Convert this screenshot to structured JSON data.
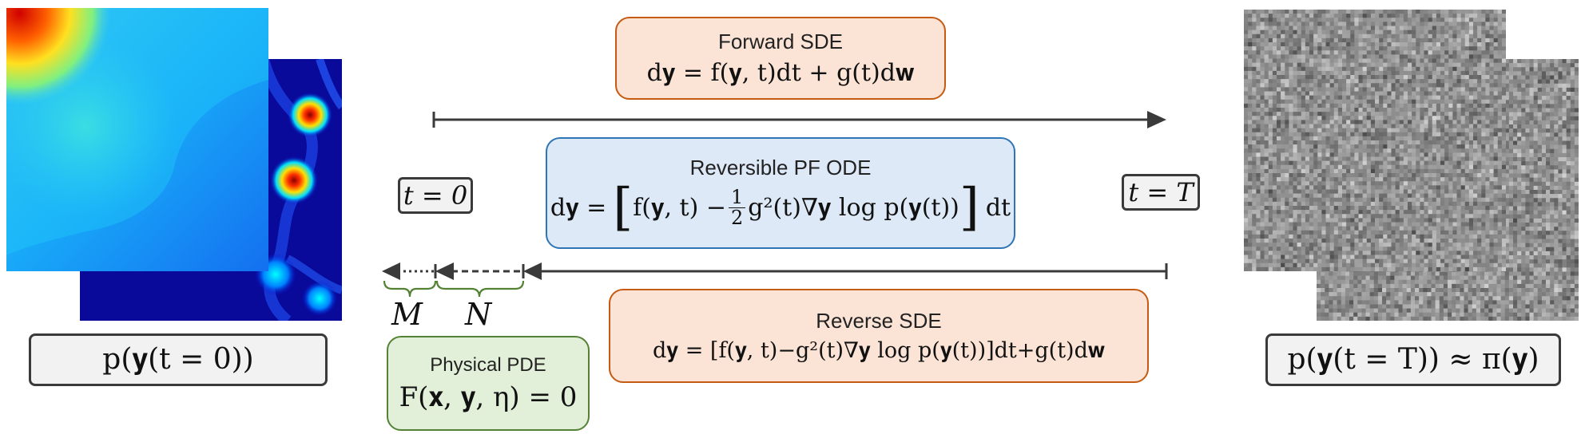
{
  "forward_sde": {
    "title": "Forward SDE",
    "equation": "d𝐲 = f(𝐲, t)dt + g(t)d𝐰"
  },
  "pf_ode": {
    "title": "Reversible PF ODE",
    "lhs": "d𝐲 =",
    "bracket_left": "[",
    "term1": "f(𝐲, t) −",
    "frac_num": "1",
    "frac_den": "2",
    "term2": "g²(t)∇𝐲 log p(𝐲(t))",
    "bracket_right": "]",
    "tail": "dt"
  },
  "reverse_sde": {
    "title": "Reverse SDE",
    "equation": "d𝐲 = [f(𝐲, t)−g²(t)∇𝐲 log p(𝐲(t))]dt+g(t)d𝐰"
  },
  "physical_pde": {
    "title": "Physical PDE",
    "equation": "F(𝐱, 𝐲, η) = 0"
  },
  "time_labels": {
    "start": "t = 0",
    "end": "t = T"
  },
  "segment_labels": {
    "m": "M",
    "n": "N"
  },
  "distribution_labels": {
    "left": "p(𝐲(t = 0))",
    "right": "p(𝐲(t = T)) ≈ π(𝐲)"
  },
  "colors": {
    "orange_border": "#c55a11",
    "orange_fill": "#fbe3d6",
    "blue_border": "#2e75b6",
    "blue_fill": "#dde9f6",
    "green_border": "#548235",
    "green_fill": "#e2efd9",
    "arrow": "#3a3a3a"
  }
}
